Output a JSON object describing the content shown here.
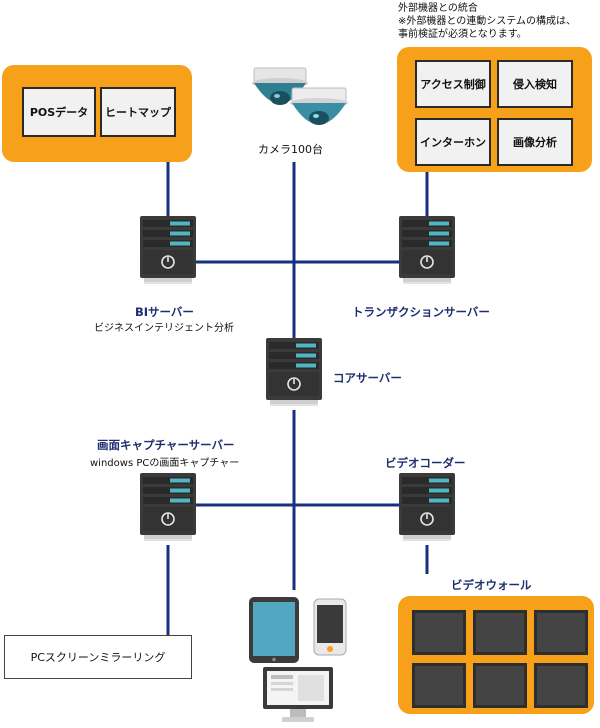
{
  "camera": {
    "label": "カメラ100台",
    "icon": "dome-camera-icon"
  },
  "pos_group": {
    "items": [
      "POSデータ",
      "ヒートマップ"
    ]
  },
  "external": {
    "note_lines": [
      "外部機器との統合",
      "※外部機器との連動システムの構成は、",
      "事前検証が必須となります。"
    ],
    "items": [
      "アクセス制御",
      "侵入検知",
      "インターホン",
      "画像分析"
    ]
  },
  "servers": {
    "bi": {
      "label": "BIサーバー",
      "sublabel": "ビジネスインテリジェント分析"
    },
    "transaction": {
      "label": "トランザクションサーバー"
    },
    "core": {
      "label": "コアサーバー"
    },
    "capture": {
      "label": "画面キャプチャーサーバー",
      "sublabel": "windows PCの画面キャプチャー"
    },
    "decoder": {
      "label": "ビデオコーダー"
    }
  },
  "videowall": {
    "label": "ビデオウォール",
    "screens": 6
  },
  "mirroring": {
    "label": "PCスクリーンミラーリング"
  },
  "clients": {
    "icons": [
      "tablet-icon",
      "smartphone-icon",
      "desktop-monitor-icon"
    ]
  },
  "colors": {
    "line": "#1a2f80",
    "panel": "#f7a11a",
    "server_dark": "#3a3a3a",
    "accent": "#4fb6c4"
  }
}
